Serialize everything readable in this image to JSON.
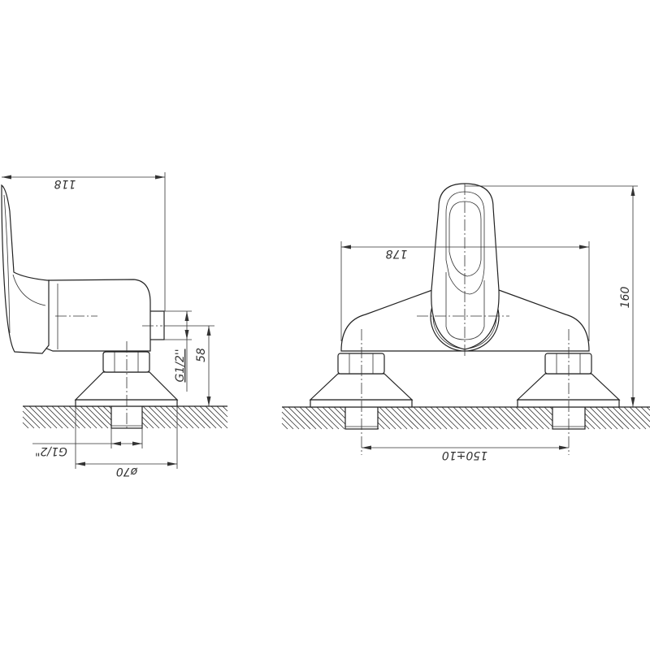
{
  "side_view": {
    "dim_width": "118",
    "dim_outlet_thread": "G1/2''",
    "dim_outlet_height": "58",
    "dim_inlet_thread": "G1/2\"",
    "dim_base_diameter": "ø70"
  },
  "front_view": {
    "dim_body_width": "178",
    "dim_height": "160",
    "dim_inlet_spacing": "150±10"
  },
  "colors": {
    "line": "#222222",
    "background": "#ffffff"
  }
}
